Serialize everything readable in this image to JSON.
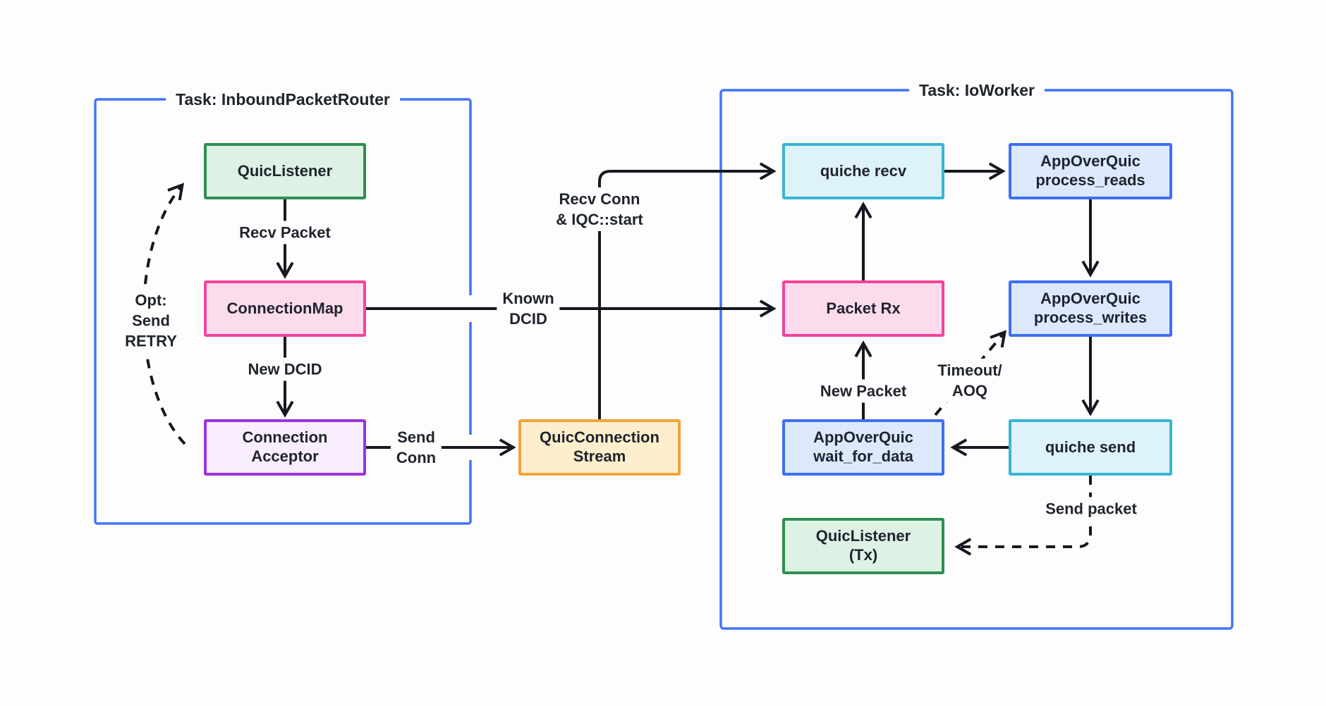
{
  "containers": {
    "inbound": {
      "title": "Task: InboundPacketRouter"
    },
    "ioworker": {
      "title": "Task: IoWorker"
    }
  },
  "nodes": {
    "quic_listener": {
      "label": "QuicListener"
    },
    "connection_map": {
      "label": "ConnectionMap"
    },
    "connection_acceptor": {
      "label": "Connection\nAcceptor"
    },
    "quic_connection_stream": {
      "label": "QuicConnection\nStream"
    },
    "quiche_recv": {
      "label": "quiche recv"
    },
    "aoq_process_reads": {
      "label": "AppOverQuic\nprocess_reads"
    },
    "packet_rx": {
      "label": "Packet Rx"
    },
    "aoq_process_writes": {
      "label": "AppOverQuic\nprocess_writes"
    },
    "aoq_wait_for_data": {
      "label": "AppOverQuic\nwait_for_data"
    },
    "quiche_send": {
      "label": "quiche send"
    },
    "quic_listener_tx": {
      "label": "QuicListener\n(Tx)"
    }
  },
  "edge_labels": {
    "recv_packet": "Recv Packet",
    "new_dcid": "New DCID",
    "opt_send_retry": "Opt:\nSend\nRETRY",
    "send_conn": "Send\nConn",
    "known_dcid": "Known\nDCID",
    "recv_conn_iqc": "Recv Conn\n& IQC::start",
    "new_packet": "New Packet",
    "timeout_aoq": "Timeout/\nAOQ",
    "send_packet": "Send packet"
  },
  "colors": {
    "canvas-bg": "#fdfdfe",
    "text-dark": "#20242d",
    "arrow-dark": "#15181f",
    "frame-blue": "#4274f6",
    "green-border": "#2f8f52",
    "green-fill": "#ddf2e5",
    "pink-border": "#f2449d",
    "pink-fill": "#fcdcec",
    "purple-border": "#9c33db",
    "purple-fill": "#f8edfc",
    "orange-border": "#f1a33a",
    "orange-fill": "#fdeecd",
    "cyan-border": "#3ab4d2",
    "cyan-fill": "#def2f9",
    "blue-border": "#3f6ff2",
    "blue-fill": "#dce9fd"
  }
}
